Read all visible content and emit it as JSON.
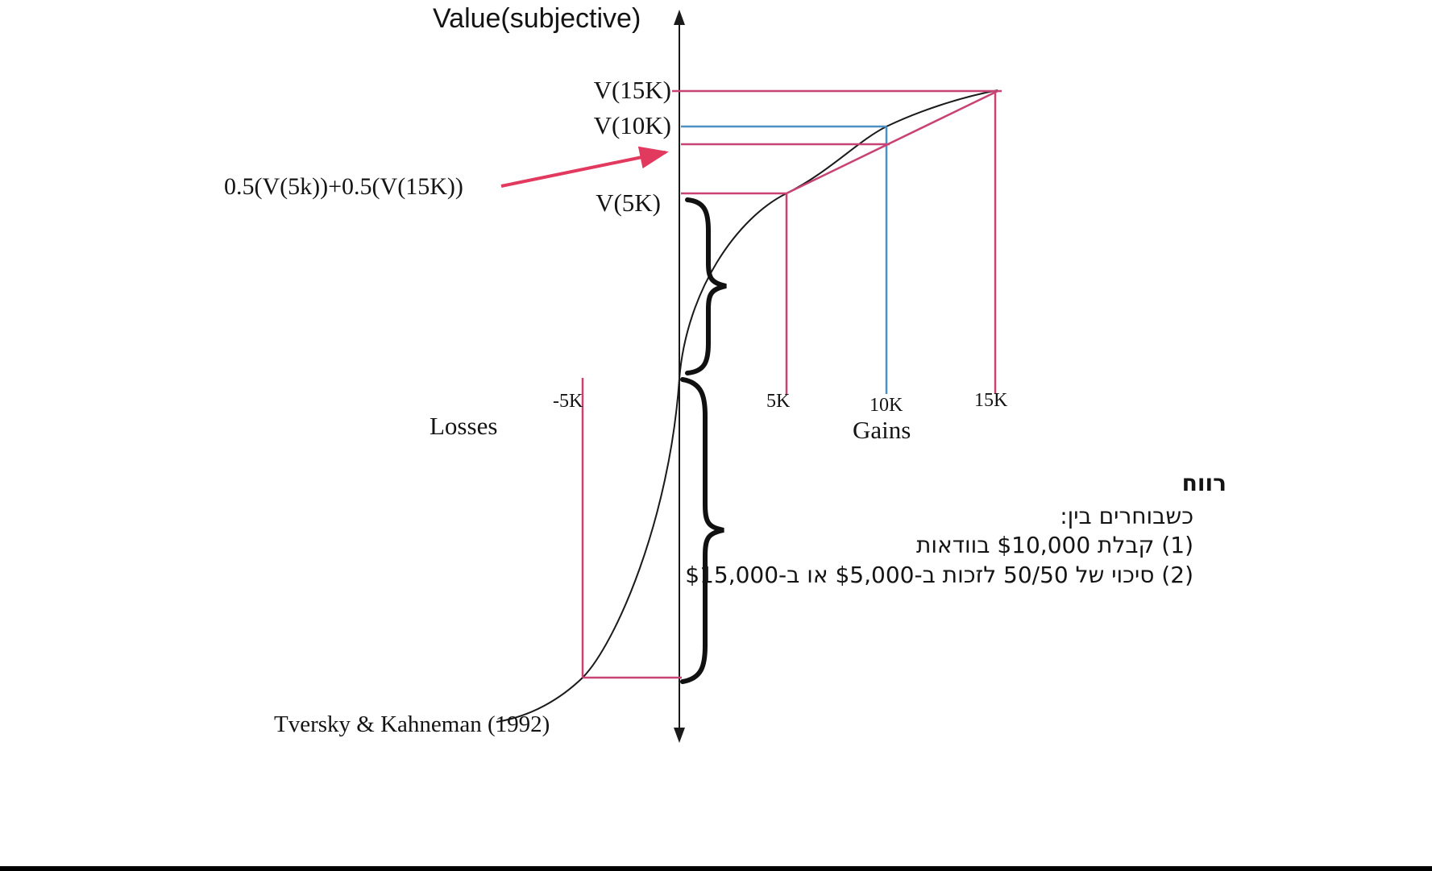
{
  "title": "Value(subjective)",
  "source_citation": "Tversky & Kahneman (1992)",
  "labels": {
    "v15k": "V(15K)",
    "v10k": "V(10K)",
    "v5k": "V(5K)",
    "expected_value": "0.5(V(5k))+0.5(V(15K))",
    "losses": "Losses",
    "gains": "Gains"
  },
  "ticks": {
    "minus5k": "-5K",
    "p5k": "5K",
    "p10k": "10K",
    "p15k": "15K"
  },
  "note_rtl": {
    "heading": "רווח",
    "line1": "כשבוחרים בין:",
    "line2": "(1) קבלת $10,000 בוודאות",
    "line3": "(2) סיכוי של 50/50 לזכות ב-$5,000 או ב-$15,000"
  },
  "colors": {
    "curve": "#1a1a1a",
    "axis": "#1a1a1a",
    "pink": "#c84273",
    "blue": "#4e8fc4",
    "arrow": "#e23a5f",
    "brace": "#111111"
  },
  "chart_data": {
    "type": "line",
    "title": "Value(subjective)",
    "x_axis_labels": {
      "negative": "Losses",
      "positive": "Gains"
    },
    "x_ticks": [
      "-5K",
      "5K",
      "10K",
      "15K"
    ],
    "curve_shape": "S-shaped prospect-theory value function: concave over gains, convex and steeper over losses, reference point at origin; no numeric y-axis shown",
    "marked_values_relative_to_V15K": {
      "V(-5K)": -1.03,
      "V(5K)": 0.64,
      "0.5(V(5k))+0.5(V(15K))": 0.82,
      "V(10K)": 0.88,
      "V(15K)": 1.0
    },
    "overlays": [
      "pink horizontal/vertical guide lines at 5K and 15K and their chord (the 50/50 gamble)",
      "blue guide lines at 10K marking V(10K)",
      "red arrow pointing from expected-value label to axis level of 0.5(V(5k))+0.5(V(15K))",
      "black curly braces marking value spans on the vertical axis",
      "pink guide lines at -5K on the loss side"
    ],
    "source": "Tversky & Kahneman (1992)"
  }
}
